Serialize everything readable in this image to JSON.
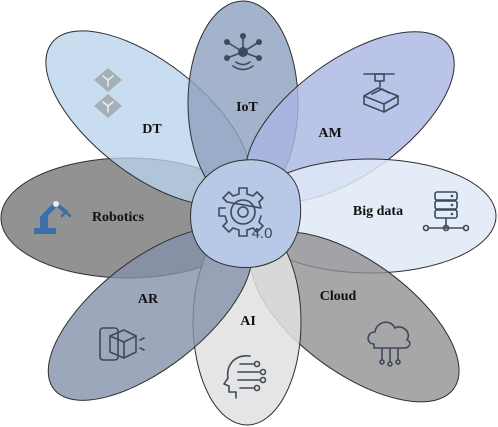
{
  "center": {
    "label": "4.0",
    "icon": "gear-industry-4-icon"
  },
  "petals": [
    {
      "id": "iot",
      "label": "IoT",
      "icon": "network-hub-icon",
      "fill": "#8fa2c0"
    },
    {
      "id": "am",
      "label": "AM",
      "icon": "3d-printer-icon",
      "fill": "#a9b7e3"
    },
    {
      "id": "big-data",
      "label": "Big data",
      "icon": "database-icon",
      "fill": "#dfe9f7"
    },
    {
      "id": "cloud",
      "label": "Cloud",
      "icon": "cloud-network-icon",
      "fill": "#8e8e8e"
    },
    {
      "id": "ai",
      "label": "AI",
      "icon": "ai-head-icon",
      "fill": "#e0e0e0"
    },
    {
      "id": "ar",
      "label": "AR",
      "icon": "ar-phone-icon",
      "fill": "#8591ab"
    },
    {
      "id": "robotics",
      "label": "Robotics",
      "icon": "robot-arm-icon",
      "fill": "#6d6d6d"
    },
    {
      "id": "dt",
      "label": "DT",
      "icon": "digital-twin-icon",
      "fill": "#b9d4ec"
    }
  ]
}
